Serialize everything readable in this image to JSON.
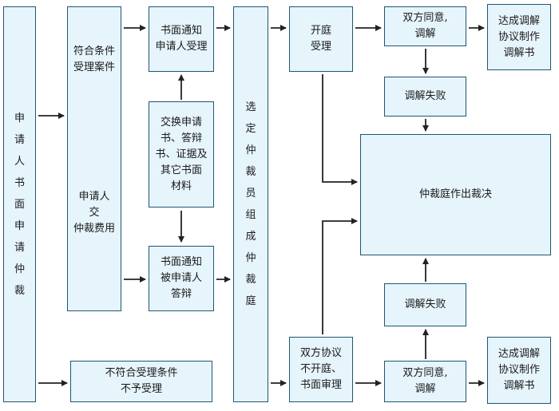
{
  "colors": {
    "box_fill": "#e6f4fc",
    "box_border": "#1f5673",
    "arrow": "#222222"
  },
  "nodes": {
    "apply": "申\n请\n人\n书\n面\n申\n请\n仲\n裁",
    "accept": "符合条件\n受理案件",
    "pay": "申请人\n交\n仲裁费用",
    "reject": "不符合受理条件\n不予受理",
    "notify_applicant": "书面通知\n申请人受理",
    "exchange": "交换申请\n书、答辩\n书、证据及\n其它书面\n材料",
    "notify_respondent": "书面通知\n被申请人\n答辩",
    "tribunal": "选\n定\n仲\n裁\n员\n组\n成\n仲\n裁\n庭",
    "hearing": "开庭\n受理",
    "written_review": "双方协议\n不开庭、\n书面审理",
    "agree_top": "双方同意,\n调解",
    "fail_top": "调解失败",
    "settle_top": "达成调解\n协议制作\n调解书",
    "award": "仲裁庭作出裁决",
    "fail_bottom": "调解失败",
    "agree_bottom": "双方同意,\n调解",
    "settle_bottom": "达成调解\n协议制作\n调解书"
  }
}
